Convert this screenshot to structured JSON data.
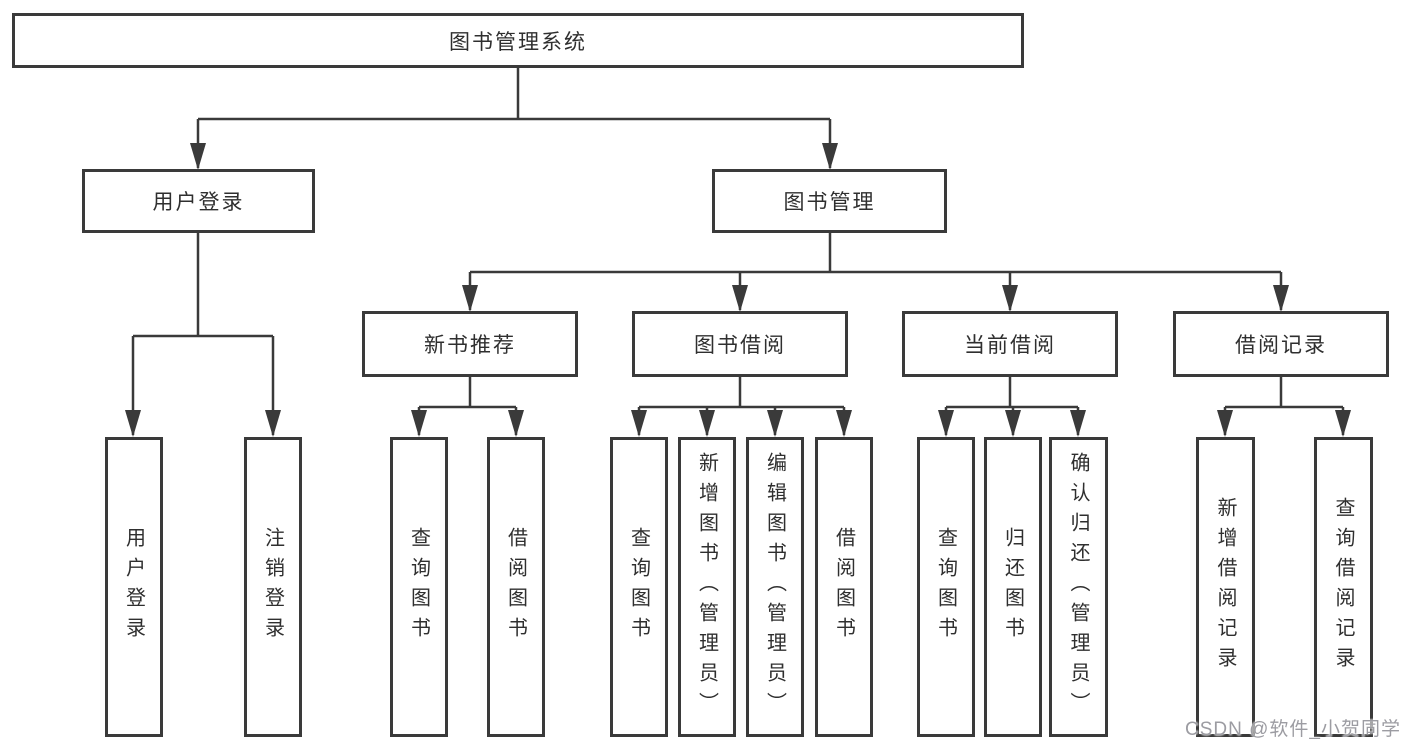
{
  "diagram": {
    "root": {
      "label": "图书管理系统"
    },
    "branches": [
      {
        "label": "用户登录",
        "children": [
          {
            "label": "用户登录"
          },
          {
            "label": "注销登录"
          }
        ]
      },
      {
        "label": "图书管理",
        "children": [
          {
            "label": "新书推荐",
            "children": [
              {
                "label": "查询图书"
              },
              {
                "label": "借阅图书"
              }
            ]
          },
          {
            "label": "图书借阅",
            "children": [
              {
                "label": "查询图书"
              },
              {
                "label": "新增图书（管理员）"
              },
              {
                "label": "编辑图书（管理员）"
              },
              {
                "label": "借阅图书"
              }
            ]
          },
          {
            "label": "当前借阅",
            "children": [
              {
                "label": "查询图书"
              },
              {
                "label": "归还图书"
              },
              {
                "label": "确认归还（管理员）"
              }
            ]
          },
          {
            "label": "借阅记录",
            "children": [
              {
                "label": "新增借阅记录"
              },
              {
                "label": "查询借阅记录"
              }
            ]
          }
        ]
      }
    ]
  },
  "watermark": {
    "text": "CSDN @软件_小贺同学",
    "color": "#9c9ca2"
  },
  "colors": {
    "line": "#3a3a3a",
    "text": "#2f2f2f",
    "box_fill": "#ffffff",
    "background": "#ffffff"
  }
}
